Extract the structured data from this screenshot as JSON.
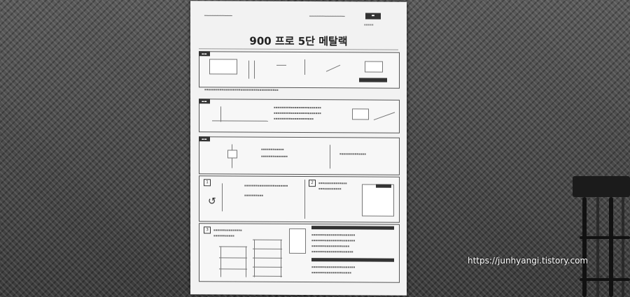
{
  "paper": {
    "title": "900 프로 5단 메탈랙",
    "step1": "1",
    "step2": "2",
    "step3": "3"
  },
  "watermark": "https://junhyangi.tistory.com"
}
